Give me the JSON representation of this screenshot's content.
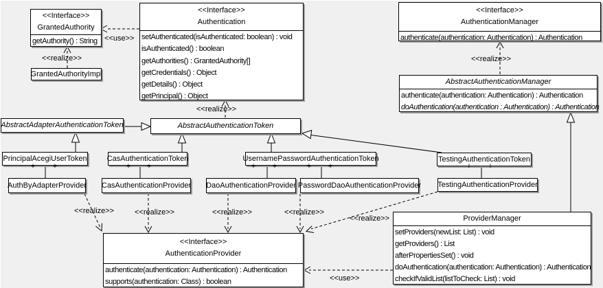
{
  "diagram": {
    "background": "#f0f0f0",
    "box_fill": "#ffffff",
    "line_color": "#000000",
    "shadow_color": "#9b9b9b"
  },
  "labels": {
    "use": "<<use>>",
    "realize": "<<realize>>",
    "plus": "+"
  },
  "classes": {
    "grantedAuthority": {
      "stereotype": "<<Interface>>",
      "name": "GrantedAuthority",
      "methods": [
        "getAuthority() : String"
      ]
    },
    "grantedAuthorityImpl": {
      "name": "GrantedAuthorityImpl"
    },
    "authentication": {
      "stereotype": "<<Interface>>",
      "name": "Authentication",
      "methods": [
        "setAuthenticated(isAuthenticated: boolean) : void",
        "isAuthenticated() : boolean",
        "getAuthorities() : GrantedAuthority[]",
        "getCredentials() : Object",
        "getDetails() : Object",
        "getPrincipal() : Object"
      ]
    },
    "authenticationManager": {
      "stereotype": "<<Interface>>",
      "name": "AuthenticationManager",
      "methods": [
        "authenticate(authentication: Authentication) : Authentication"
      ]
    },
    "abstractAuthenticationManager": {
      "name": "AbstractAuthenticationManager",
      "methods": [
        "authenticate(authentication: Authentication) : Authentication",
        "doAuthentication(authentication : Authentication) : Authentication"
      ]
    },
    "abstractAdapterAuthenticationToken": {
      "name": "AbstractAdapterAuthenticationToken"
    },
    "abstractAuthenticationToken": {
      "name": "AbstractAuthenticationToken"
    },
    "principalAcegiUserToken": {
      "name": "PrincipalAcegiUserToken"
    },
    "casAuthenticationToken": {
      "name": "CasAuthenticationToken"
    },
    "usernamePasswordAuthenticationToken": {
      "name": "UsernamePasswordAuthenticationToken"
    },
    "testingAuthenticationToken": {
      "name": "TestingAuthenticationToken"
    },
    "authByAdapterProvider": {
      "name": "AuthByAdapterProvider"
    },
    "casAuthenticationProvider": {
      "name": "CasAuthenticationProvider"
    },
    "daoAuthenticationProvider": {
      "name": "DaoAuthenticationProvider"
    },
    "passwordDaoAuthenticationProvider": {
      "name": "PasswordDaoAuthenticationProvider"
    },
    "testingAuthenticationProvider": {
      "name": "TestingAuthenticationProvider"
    },
    "authenticationProvider": {
      "stereotype": "<<Interface>>",
      "name": "AuthenticationProvider",
      "methods": [
        "authenticate(authentication: Authentication) : Authentication",
        "supports(authentication: Class) : boolean"
      ]
    },
    "providerManager": {
      "name": "ProviderManager",
      "methods": [
        "setProviders(newList: List) : void",
        "getProviders() : List",
        "afterPropertiesSet() : void",
        "doAuthentication(authentication: Authentication) : Authentication",
        "checkIfValidList(listToCheck: List) : void"
      ]
    }
  }
}
